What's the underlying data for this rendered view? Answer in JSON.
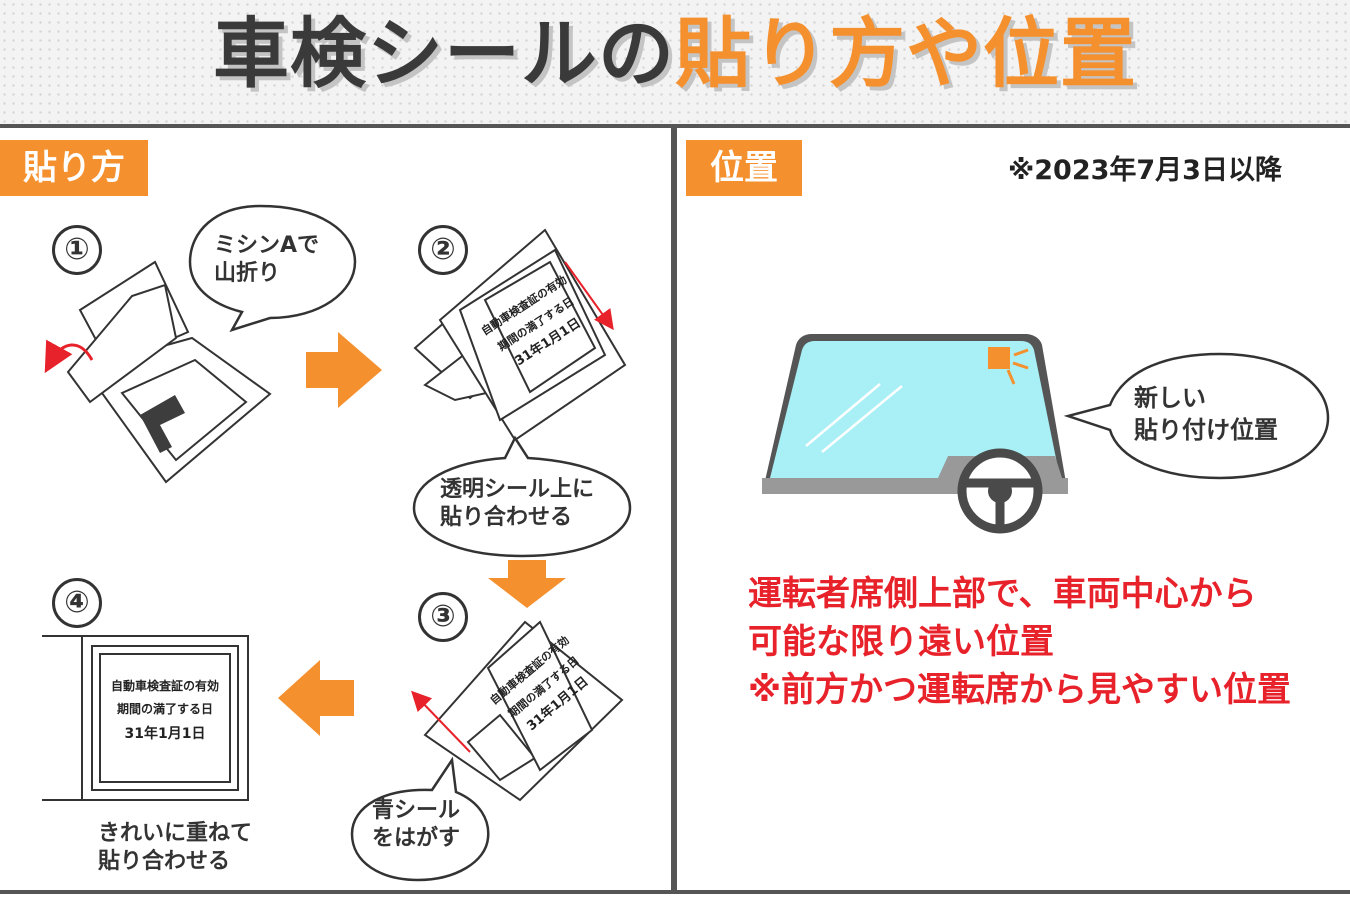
{
  "title": {
    "part1": "車検シールの",
    "part2": "貼り方や位置"
  },
  "colors": {
    "accent": "#f5902e",
    "dark": "#3a3a3a",
    "red": "#e8222a",
    "windshield": "#a8f0f6",
    "arrow_red": "#e8222a"
  },
  "left": {
    "tag": "貼り方",
    "steps": [
      {
        "num": "①",
        "bubble": [
          "ミシンAで",
          "山折り"
        ],
        "sticker_digit": "1"
      },
      {
        "num": "②",
        "bubble": [
          "透明シール上に",
          "貼り合わせる"
        ]
      },
      {
        "num": "③",
        "bubble": [
          "青シール",
          "をはがす"
        ]
      },
      {
        "num": "④",
        "caption": [
          "きれいに重ねて",
          "貼り合わせる"
        ]
      }
    ],
    "sticker_lines": [
      "自動車検査証の有効",
      "期間の満了する日",
      "31年1月1日"
    ]
  },
  "right": {
    "tag": "位置",
    "note": "※2023年7月3日以降",
    "bubble": [
      "新しい",
      "貼り付け位置"
    ],
    "lines": [
      "運転者席側上部で、車両中心から",
      "可能な限り遠い位置",
      "※前方かつ運転席から見やすい位置"
    ]
  },
  "icons": [
    "arrow-right-icon",
    "arrow-down-icon",
    "arrow-left-icon",
    "steering-wheel-icon",
    "windshield-icon",
    "fold-arrow-icon"
  ]
}
